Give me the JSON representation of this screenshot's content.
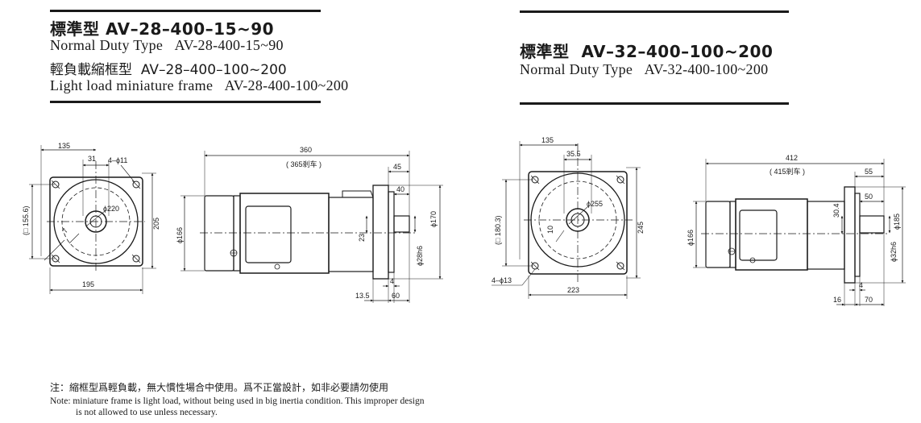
{
  "left": {
    "heading_prefix": "標準型",
    "heading_model": "AV–28–400–15~90",
    "line2_label": "Normal Duty Type",
    "line2_model": "AV-28-400-15~90",
    "line3_prefix": "輕負載縮框型",
    "line3_model": "AV–28–400–100~200",
    "line4_label": "Light load miniature frame",
    "line4_model": "AV-28-400-100~200",
    "front_view": {
      "dim_top": "135",
      "dim_31": "31",
      "holes": "4–ϕ11",
      "pcd": "ϕ220",
      "square": "(□ 155.6)",
      "height": "205",
      "width": "195",
      "dim_7": "7"
    },
    "side_view": {
      "length": "360",
      "brake": "( 365剎车 )",
      "d45": "45",
      "d40": "40",
      "d166": "ϕ166",
      "d170": "ϕ170",
      "d23": "23",
      "shaft": "ϕ28h6",
      "d4": "4",
      "d13_5": "13.5",
      "d60": "60"
    }
  },
  "right": {
    "heading_prefix": "標準型",
    "heading_model": "AV–32–400–100~200",
    "line2_label": "Normal Duty Type",
    "line2_model": "AV-32-400-100~200",
    "front_view": {
      "dim_top": "135",
      "dim_35_5": "35.5",
      "pcd": "ϕ255",
      "square": "(□ 180.3)",
      "height": "245",
      "width": "223",
      "holes": "4–ϕ13",
      "dim_10": "10"
    },
    "side_view": {
      "length": "412",
      "brake": "( 415剎车 )",
      "d55": "55",
      "d50": "50",
      "d30_4": "30.4",
      "d166": "ϕ166",
      "d185": "ϕ185",
      "shaft": "ϕ32h6",
      "d4": "4",
      "d16": "16",
      "d70": "70"
    }
  },
  "note": {
    "cn": "注：縮框型爲輕負載，無大慣性場合中使用。爲不正當設計，如非必要請勿使用",
    "en_line1": "Note: miniature frame is light load, without being used in big inertia condition. This improper design",
    "en_line2": "is not allowed to use unless necessary."
  }
}
